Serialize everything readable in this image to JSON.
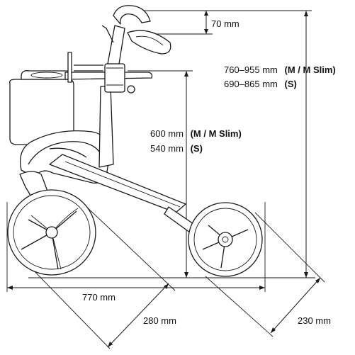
{
  "dimensions": {
    "handle_grip_height": "70 mm",
    "total_height_m": "760–955 mm",
    "total_height_m_variant": "(M / M Slim)",
    "total_height_s": "690–865 mm",
    "total_height_s_variant": "(S)",
    "seat_height_m": "600 mm",
    "seat_height_m_variant": "(M / M Slim)",
    "seat_height_s": "540 mm",
    "seat_height_s_variant": "(S)",
    "length": "770 mm",
    "rear_wheel_width": "280 mm",
    "front_wheel_width": "230 mm"
  }
}
